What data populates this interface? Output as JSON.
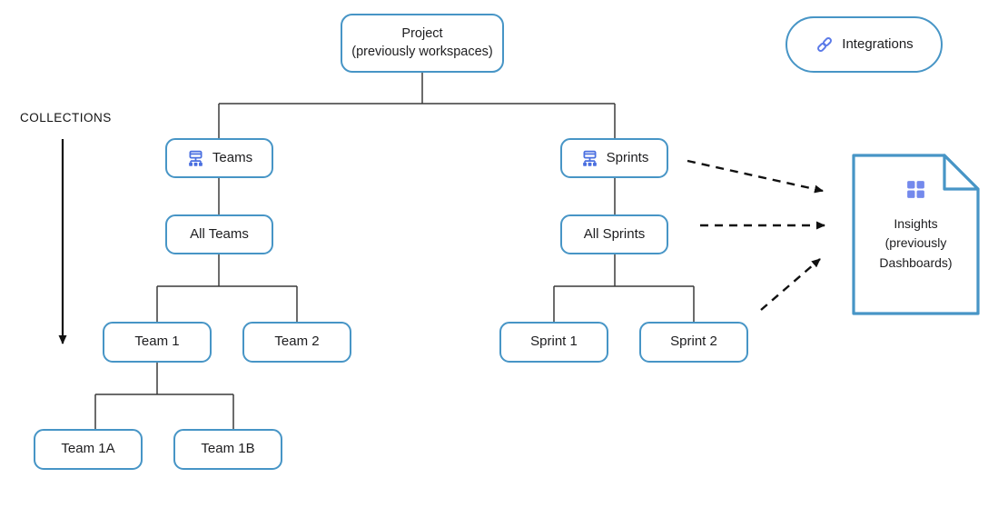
{
  "labels": {
    "collections": "COLLECTIONS"
  },
  "nodes": {
    "project": {
      "line1": "Project",
      "line2": "(previously workspaces)"
    },
    "integrations": {
      "label": "Integrations",
      "icon": "link-icon"
    },
    "teams": {
      "label": "Teams",
      "icon": "org-chart-icon"
    },
    "sprints": {
      "label": "Sprints",
      "icon": "org-chart-icon"
    },
    "all_teams": {
      "label": "All Teams"
    },
    "all_sprints": {
      "label": "All Sprints"
    },
    "team_1": {
      "label": "Team 1"
    },
    "team_2": {
      "label": "Team 2"
    },
    "team_1a": {
      "label": "Team 1A"
    },
    "team_1b": {
      "label": "Team 1B"
    },
    "sprint_1": {
      "label": "Sprint 1"
    },
    "sprint_2": {
      "label": "Sprint 2"
    },
    "insights": {
      "line1": "Insights",
      "line2": "(previously",
      "line3": "Dashboards)",
      "icon": "dashboard-grid-icon"
    }
  },
  "edges": {
    "tree": [
      "project -> teams",
      "project -> sprints",
      "teams -> all_teams",
      "all_teams -> team_1",
      "all_teams -> team_2",
      "team_1 -> team_1a",
      "team_1 -> team_1b",
      "sprints -> all_sprints",
      "all_sprints -> sprint_1",
      "all_sprints -> sprint_2"
    ],
    "dashed_arrows": [
      "sprints -> insights",
      "all_sprints -> insights",
      "sprint_area -> insights"
    ],
    "collections_arrow": "downward"
  },
  "colors": {
    "box_border": "#4795c6",
    "connector_line": "#3a3a3a",
    "arrow": "#111111",
    "org_icon": "#4a6fe0",
    "link_icon": "#5b7ae8",
    "grid_icon": "#7489ec",
    "text": "#1d1d1f",
    "background": "#ffffff"
  }
}
